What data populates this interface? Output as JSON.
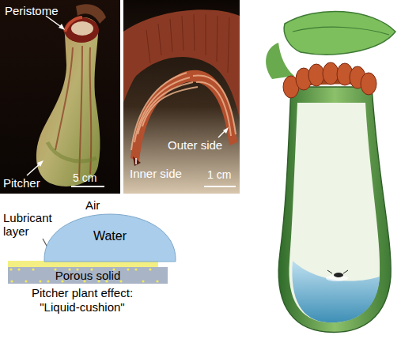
{
  "diagram": {
    "caption": "Pitcher plant effect: \"Liquid-cushion\"",
    "nodes": [
      {
        "text": [
          "Water"
        ]
      },
      {
        "text": [
          "Porous solid"
        ]
      }
    ],
    "labels": [
      "Peristome",
      "Pitcher",
      "5 cm",
      "Outer side",
      "Inner side",
      "1 cm",
      "Air",
      "Lubricant layer"
    ]
  }
}
